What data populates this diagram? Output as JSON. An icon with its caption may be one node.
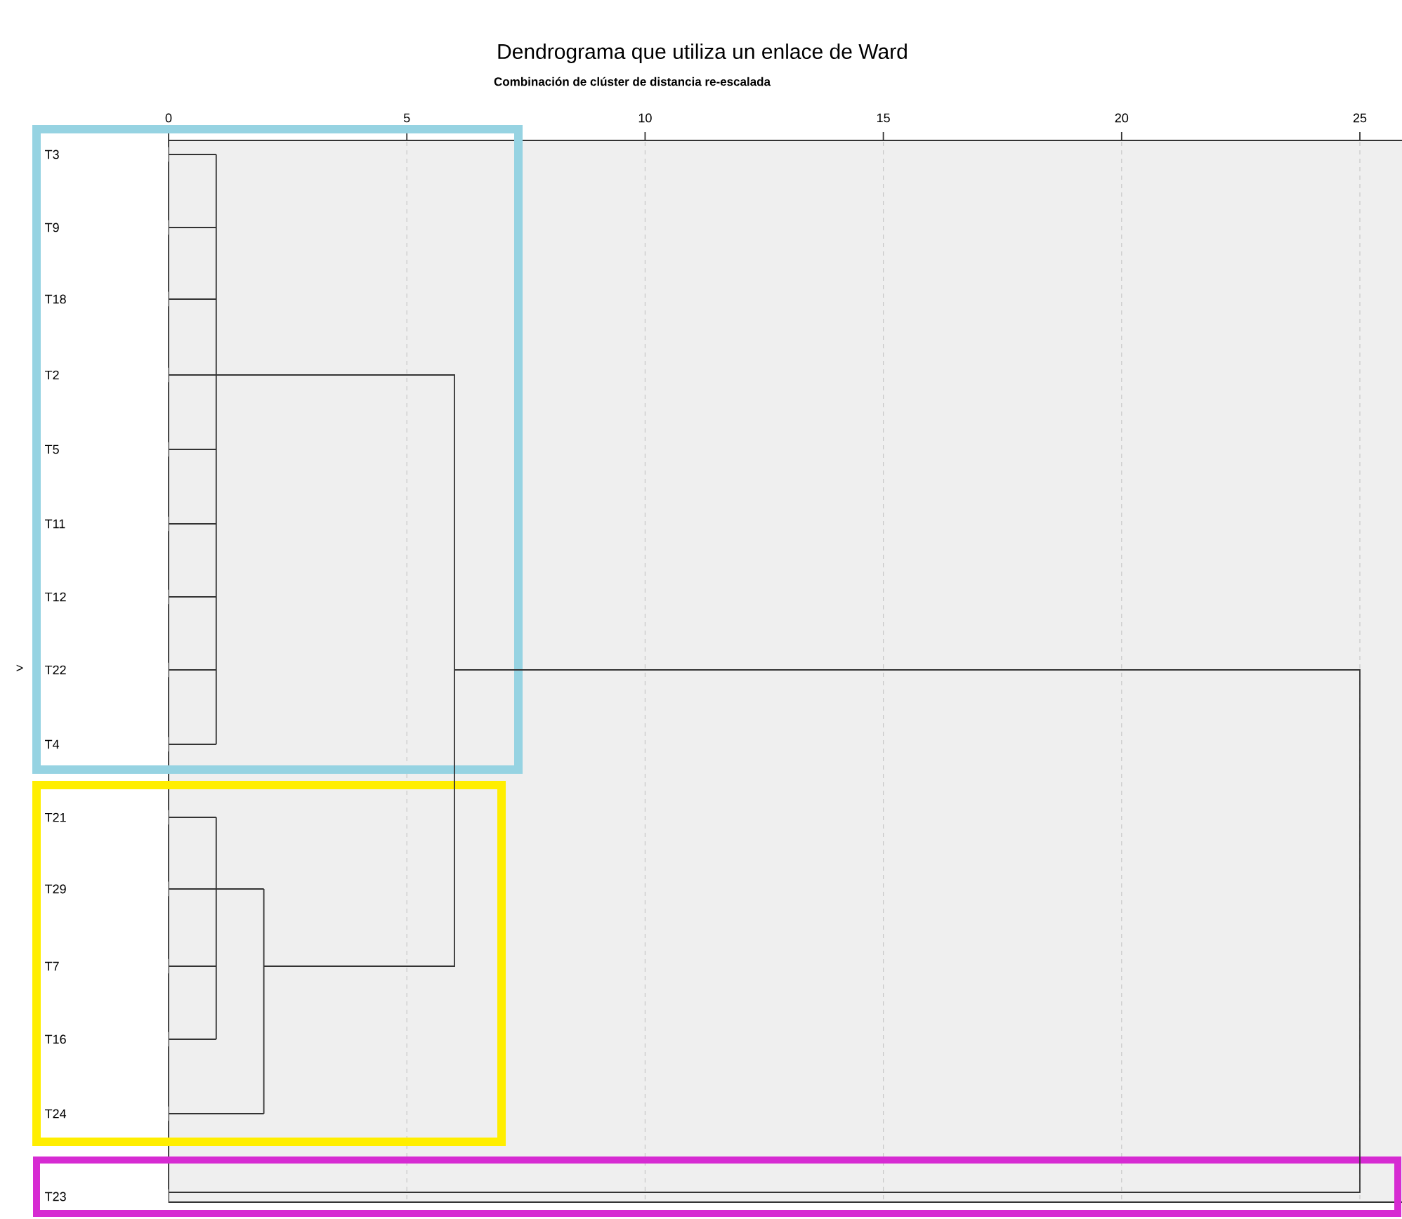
{
  "diagram": {
    "title": "Dendrograma que utiliza un enlace de Ward",
    "nodes": [
      {
        "text": [],
        "shape": "box"
      },
      {
        "text": [
          "T3"
        ],
        "in": 0
      },
      {
        "text": [
          "T9"
        ],
        "in": 0
      },
      {
        "text": [
          "T18"
        ],
        "in": 0
      },
      {
        "text": [
          "T2"
        ],
        "in": 0
      },
      {
        "text": [
          "T5"
        ],
        "in": 0
      },
      {
        "text": [
          "T11"
        ],
        "in": 0
      },
      {
        "text": [
          "T12"
        ],
        "in": 0
      },
      {
        "text": [
          "T22"
        ],
        "in": 0
      },
      {
        "text": [
          "T4"
        ],
        "in": 0
      },
      {
        "text": [],
        "shape": "box"
      },
      {
        "text": [
          "T21"
        ],
        "in": 10
      },
      {
        "text": [
          "T29"
        ],
        "in": 10
      },
      {
        "text": [
          "T7"
        ],
        "in": 10
      },
      {
        "text": [
          "T16"
        ],
        "in": 10
      },
      {
        "text": [
          "T24"
        ],
        "in": 10
      },
      {
        "text": [],
        "shape": "box"
      },
      {
        "text": [
          "T23"
        ],
        "in": 16
      },
      {
        "text": [],
        "shape": "bar",
        "in": 0
      },
      {
        "text": [],
        "shape": "bar",
        "in": 10
      },
      {
        "text": [],
        "shape": "bar",
        "in": 10
      },
      {
        "text": [],
        "shape": "bar"
      },
      {
        "text": [],
        "shape": "bar"
      }
    ],
    "edges": [
      {
        "from": 1,
        "to": 18,
        "arrow": "none"
      },
      {
        "from": 2,
        "to": 18,
        "arrow": "none"
      },
      {
        "from": 3,
        "to": 18,
        "arrow": "none"
      },
      {
        "from": 4,
        "to": 18,
        "arrow": "none"
      },
      {
        "from": 5,
        "to": 18,
        "arrow": "none"
      },
      {
        "from": 6,
        "to": 18,
        "arrow": "none"
      },
      {
        "from": 7,
        "to": 18,
        "arrow": "none"
      },
      {
        "from": 8,
        "to": 18,
        "arrow": "none"
      },
      {
        "from": 9,
        "to": 18,
        "arrow": "none"
      },
      {
        "from": 11,
        "to": 19,
        "arrow": "none"
      },
      {
        "from": 12,
        "to": 19,
        "arrow": "none"
      },
      {
        "from": 13,
        "to": 19,
        "arrow": "none"
      },
      {
        "from": 14,
        "to": 19,
        "arrow": "none"
      },
      {
        "from": 19,
        "to": 20,
        "arrow": "none"
      },
      {
        "from": 15,
        "to": 20,
        "arrow": "none"
      },
      {
        "from": 18,
        "to": 21,
        "arrow": "none"
      },
      {
        "from": 20,
        "to": 21,
        "arrow": "none"
      },
      {
        "from": 21,
        "to": 22,
        "arrow": "none"
      },
      {
        "from": 17,
        "to": 22,
        "arrow": "none"
      }
    ],
    "labels": [
      "Combinación de clúster de distancia re-escalada",
      "0",
      "5",
      "10",
      "15",
      "20",
      "25",
      ">"
    ]
  }
}
